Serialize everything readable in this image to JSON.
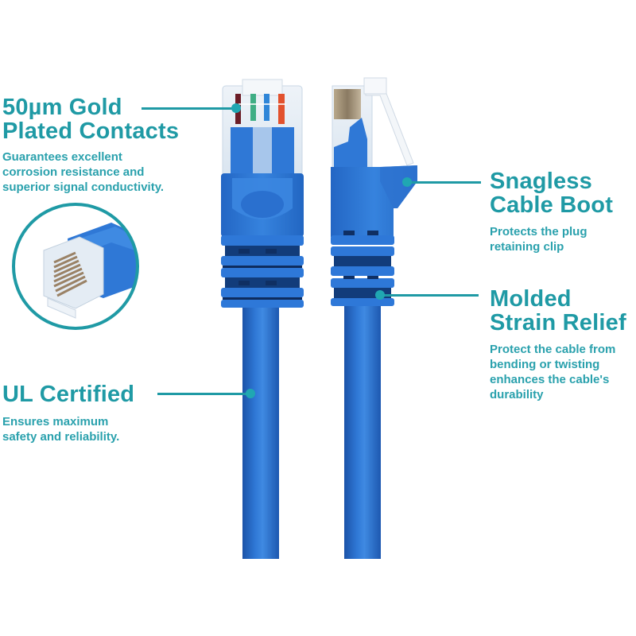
{
  "colors": {
    "accent_teal": "#1f9aa5",
    "cable_blue": "#2a6fd0",
    "background": "#ffffff"
  },
  "product": {
    "subject": "RJ45 Ethernet patch cable, blue",
    "views": [
      "front-view-plug",
      "side-view-plug",
      "closeup-gold-contacts-circle"
    ]
  },
  "features": [
    {
      "title": "50µm Gold\nPlated Contacts",
      "description": "Guarantees excellent\ncorrosion resistance and\nsuperior signal conductivity.",
      "icon": "gold-contacts-callout"
    },
    {
      "title": "Snagless\nCable Boot",
      "description": "Protects the plug\nretaining clip",
      "icon": "cable-boot-callout"
    },
    {
      "title": "Molded\nStrain Relief",
      "description": "Protect the cable from\nbending or twisting\nenhances the cable's\ndurability",
      "icon": "strain-relief-callout"
    },
    {
      "title": "UL Certified",
      "description": "Ensures maximum\nsafety and reliability.",
      "icon": "ul-certified-callout"
    }
  ]
}
